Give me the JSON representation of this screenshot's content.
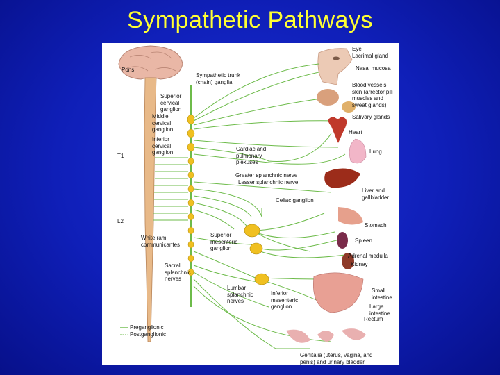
{
  "slide": {
    "title": "Sympathetic Pathways"
  },
  "diagram": {
    "labels": {
      "eye": "Eye\nLacrimal gland",
      "nasal": "Nasal mucosa",
      "pons": "Pons",
      "trunk": "Sympathetic trunk\n(chain) ganglia",
      "blood": "Blood vessels;\nskin (arrector pili\nmuscles and\nsweat glands)",
      "superior_cervical": "Superior\ncervical\nganglion",
      "middle_cervical": "Middle\ncervical\nganglion",
      "inferior_cervical": "Inferior\ncervical\nganglion",
      "salivary": "Salivary glands",
      "heart": "Heart",
      "t1": "T1",
      "cardiac": "Cardiac and\npulmonary\nplexuses",
      "lung": "Lung",
      "greater": "Greater splanchnic nerve",
      "lesser": "Lesser splanchnic nerve",
      "liver": "Liver and\ngallbladder",
      "celiac": "Celiac ganglion",
      "l2": "L2",
      "stomach": "Stomach",
      "white_rami": "White rami\ncommunicantes",
      "superior_mesenteric": "Superior\nmesenteric\nganglion",
      "spleen": "Spleen",
      "adrenal": "Adrenal medulla",
      "kidney": "Kidney",
      "sacral": "Sacral\nsplanchnic\nnerves",
      "lumbar": "Lumbar\nsplanchnic\nnerves",
      "inferior_mesenteric": "Inferior\nmesenteric\nganglion",
      "small_intestine": "Small\nintestine",
      "large_intestine": "Large\nintestine",
      "rectum": "Rectum",
      "pre_legend": "Preganglionic",
      "post_legend": "Postganglionic",
      "genitalia": "Genitalia (uterus, vagina, and\npenis) and urinary bladder"
    },
    "colors": {
      "background": "#1018c0",
      "title": "#ffff33",
      "nerve": "#6dbb4a",
      "ganglion": "#f0c020",
      "spinal_cord": "#e8b988",
      "brain": "#e9b7a6"
    }
  }
}
